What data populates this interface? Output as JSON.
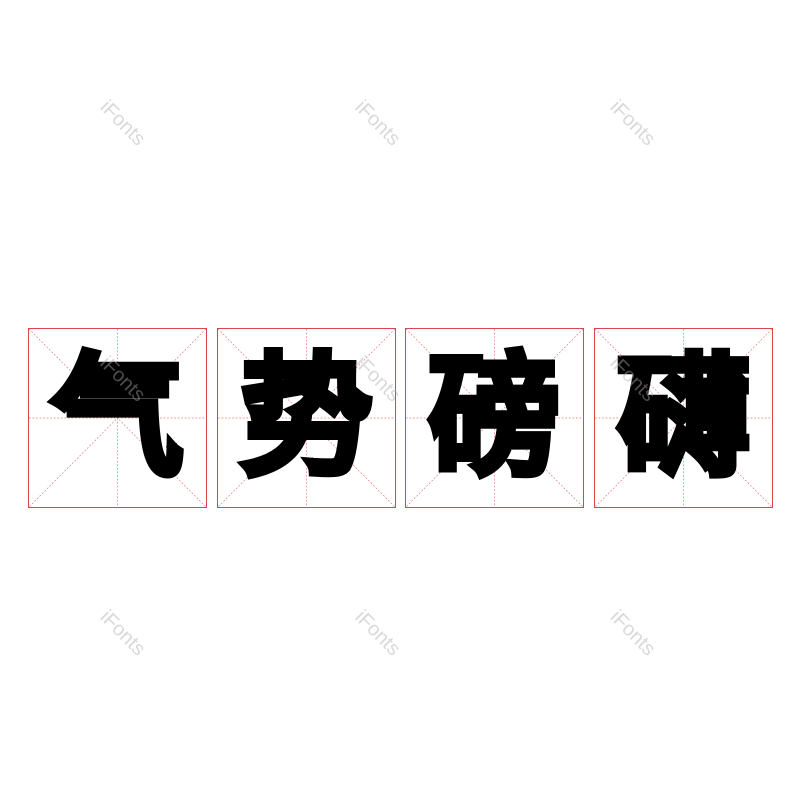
{
  "phrase": {
    "characters": [
      "气",
      "势",
      "磅",
      "礴"
    ],
    "text": "气势磅礴"
  },
  "grid": {
    "border_color": "#d9474d",
    "guide_color": "#e57a7e"
  },
  "watermark": {
    "text": "iFonts"
  }
}
